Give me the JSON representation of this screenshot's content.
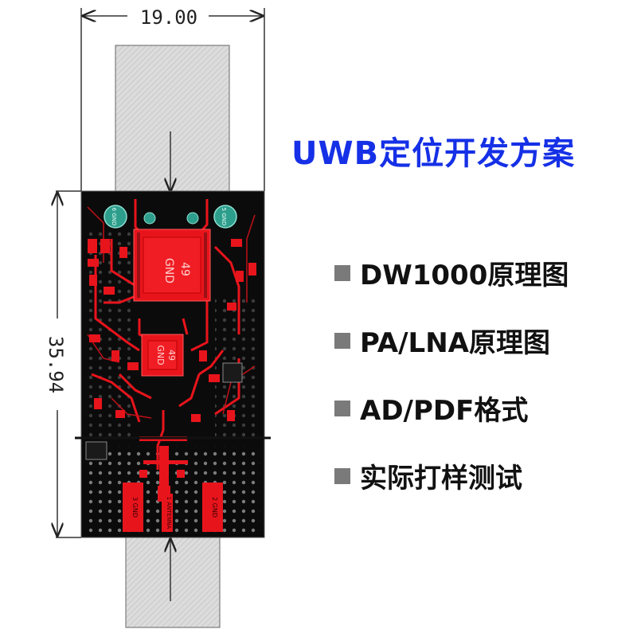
{
  "title": "UWB定位开发方案",
  "dimensions": {
    "width": "19.00",
    "height": "35.94"
  },
  "board_labels": {
    "pad_49_num": "49",
    "pad_49_gnd": "GND",
    "pad_6": "6 GND",
    "pad_5": "5 GND",
    "pad_1": "1 ANTENNA",
    "pad_2": "2 GND",
    "pad_3": "3 GND"
  },
  "features": [
    {
      "label": "DW1000原理图"
    },
    {
      "label": "PA/LNA原理图"
    },
    {
      "label": "AD/PDF格式"
    },
    {
      "label": "实际打样测试"
    }
  ],
  "colors": {
    "title": "#1530e6",
    "board": "#0b0b0b",
    "copper": "#e8141c",
    "keepout": "#d9d9d9",
    "bullet": "#7a7a7a"
  }
}
